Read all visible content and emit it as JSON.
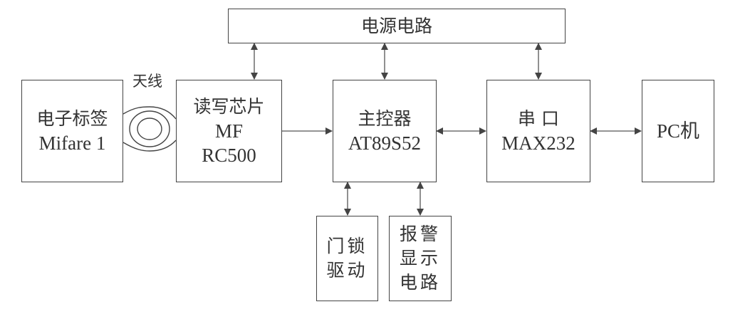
{
  "diagram": {
    "title": "RFID door access control system block diagram",
    "blocks": {
      "power": {
        "line1": "电源电路"
      },
      "tag": {
        "line1": "电子标签",
        "line2": "Mifare 1"
      },
      "reader": {
        "line1": "读写芯片",
        "line2": "MF",
        "line3": "RC500"
      },
      "mcu": {
        "line1": "主控器",
        "line2": "AT89S52"
      },
      "serial": {
        "line1": "串 口",
        "line2": "MAX232"
      },
      "pc": {
        "line1": "PC机"
      },
      "lock": {
        "line1": "门锁",
        "line2": "驱动"
      },
      "alarm": {
        "line1": "报警",
        "line2": "显示",
        "line3": "电路"
      }
    },
    "antenna_label": "天线",
    "connections": [
      {
        "from": "power",
        "to": "reader",
        "type": "bidirectional"
      },
      {
        "from": "power",
        "to": "mcu",
        "type": "bidirectional"
      },
      {
        "from": "power",
        "to": "serial",
        "type": "bidirectional"
      },
      {
        "from": "tag",
        "to": "reader",
        "type": "antenna-coupling"
      },
      {
        "from": "reader",
        "to": "mcu",
        "type": "directed"
      },
      {
        "from": "mcu",
        "to": "serial",
        "type": "bidirectional"
      },
      {
        "from": "serial",
        "to": "pc",
        "type": "bidirectional"
      },
      {
        "from": "mcu",
        "to": "lock",
        "type": "bidirectional"
      },
      {
        "from": "mcu",
        "to": "alarm",
        "type": "bidirectional"
      }
    ],
    "colors": {
      "line": "#444444",
      "text": "#333333",
      "background": "#ffffff"
    }
  }
}
